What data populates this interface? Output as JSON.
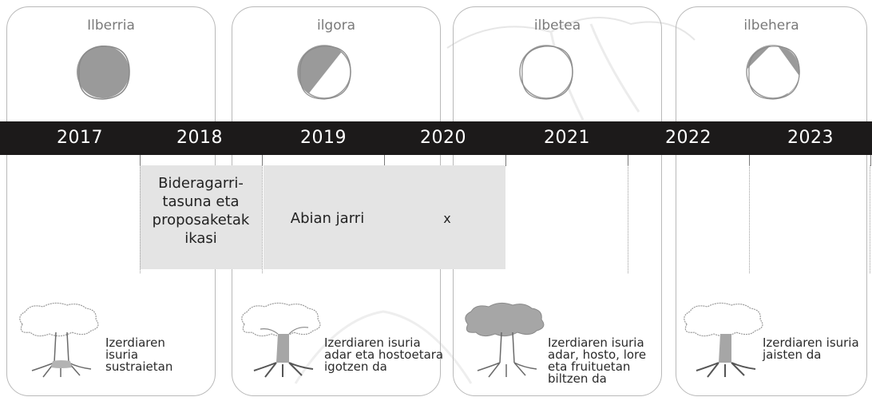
{
  "phases": [
    {
      "label": "Ilberria",
      "moon": "new-moon"
    },
    {
      "label": "ilgora",
      "moon": "waxing-moon"
    },
    {
      "label": "ilbetea",
      "moon": "full-moon"
    },
    {
      "label": "ilbehera",
      "moon": "waning-moon"
    }
  ],
  "timeline": {
    "years": [
      "2017",
      "2018",
      "2019",
      "2020",
      "2021",
      "2022",
      "2023"
    ]
  },
  "tasks": [
    {
      "label": "Bideragarri-\ntasuna eta\nproposaketak\nikasi"
    },
    {
      "label": "Abian jarri"
    },
    {
      "label": "x"
    }
  ],
  "sap_stages": [
    {
      "text": "Izerdiaren\nisuria\nsustraietan",
      "icon": "tree-roots-icon"
    },
    {
      "text": "Izerdiaren isuria\nadar eta hostoetara\nigotzen da",
      "icon": "tree-trunk-icon"
    },
    {
      "text": "Izerdiaren isuria\nadar, hosto, lore\neta fruituetan\nbiltzen da",
      "icon": "tree-crown-icon"
    },
    {
      "text": "Izerdiaren isuria\njaisten da",
      "icon": "tree-descending-icon"
    }
  ],
  "colors": {
    "bar": "#1c1a1a",
    "shade": "#e4e4e4",
    "moon_fill": "#9a9a9a",
    "border": "#b9b9b9"
  }
}
